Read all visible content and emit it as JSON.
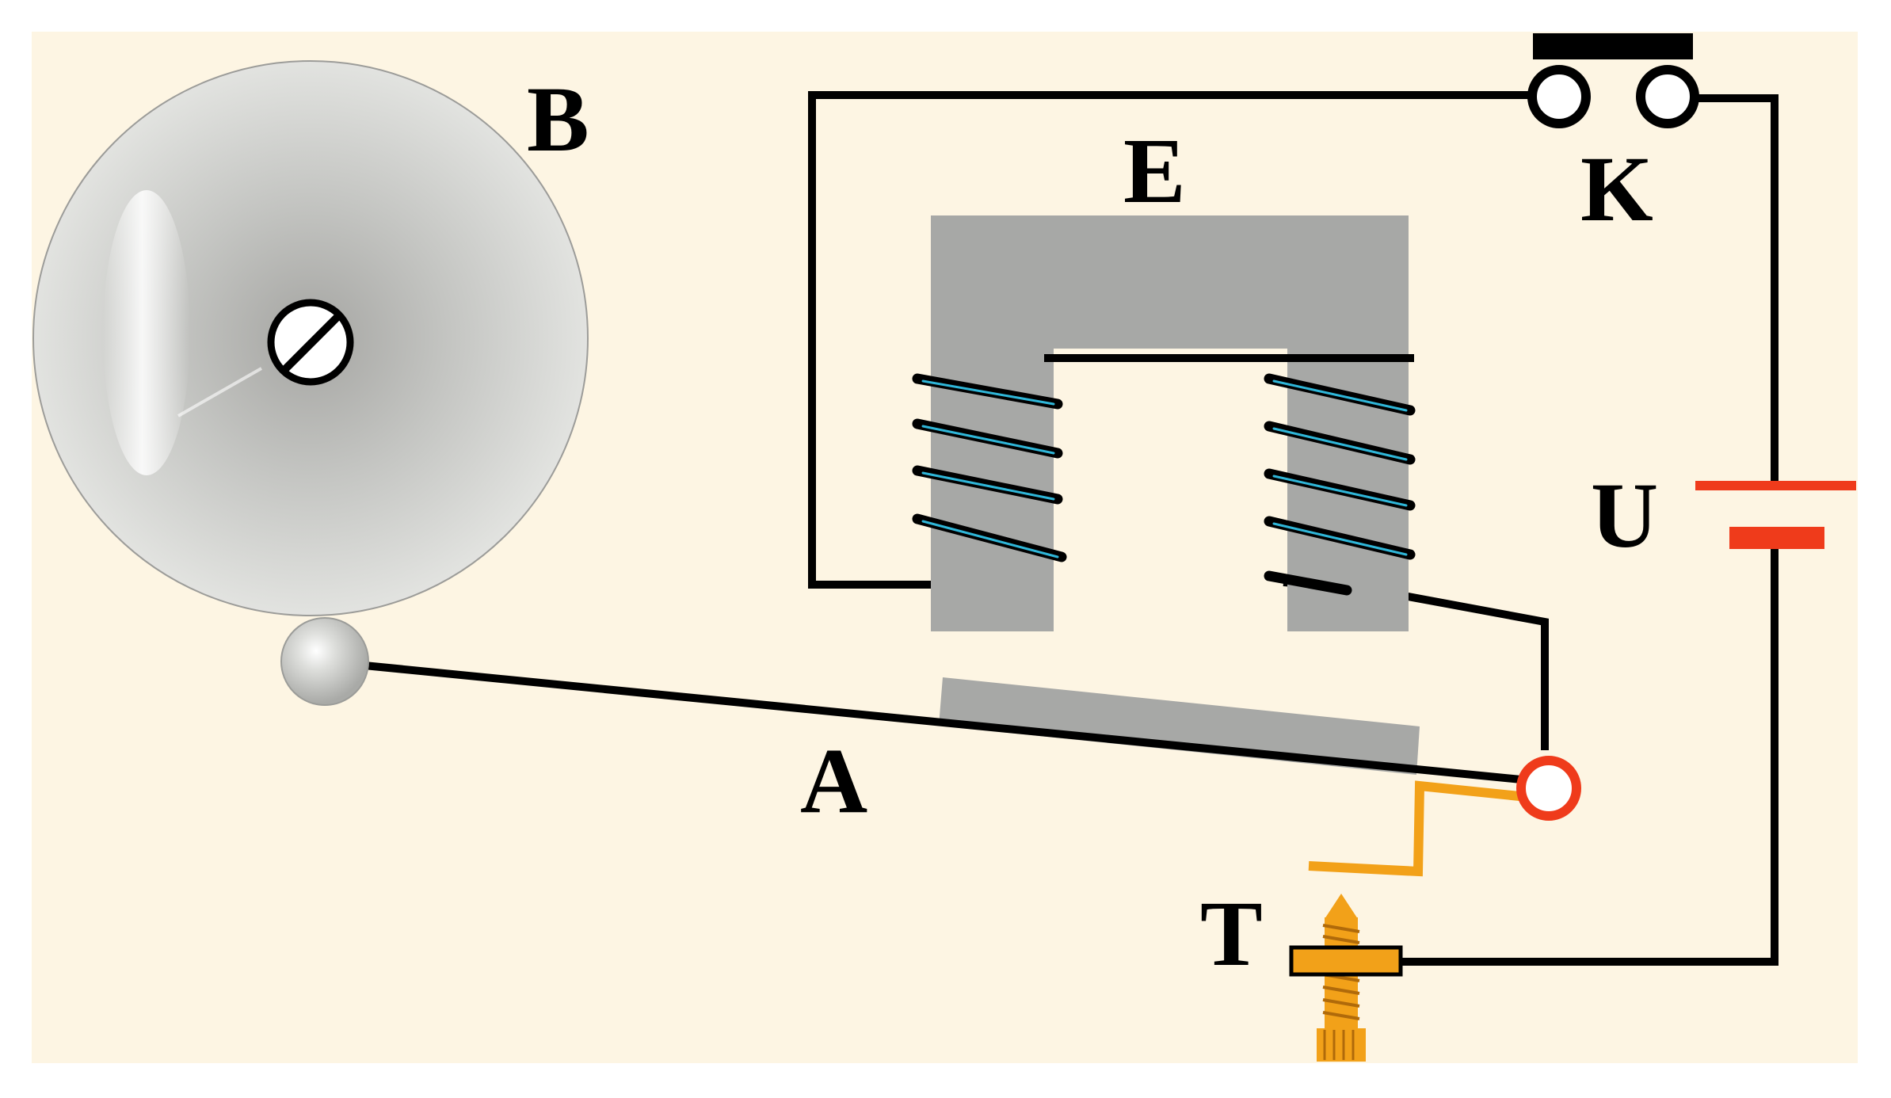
{
  "labels": {
    "bell": "B",
    "electromagnet": "E",
    "key": "K",
    "battery": "U",
    "armature": "A",
    "screw": "T"
  },
  "colors": {
    "background": "#fdf5e3",
    "wire": "#000000",
    "core": "#a7a8a6",
    "coil_highlight": "#2fb6d8",
    "battery": "#ef3b1b",
    "contact_ring": "#ef3b1b",
    "spring": "#f2a119",
    "screw": "#f2a119",
    "bell_light": "#f2f2ef",
    "bell_dark": "#a5a5a2"
  }
}
